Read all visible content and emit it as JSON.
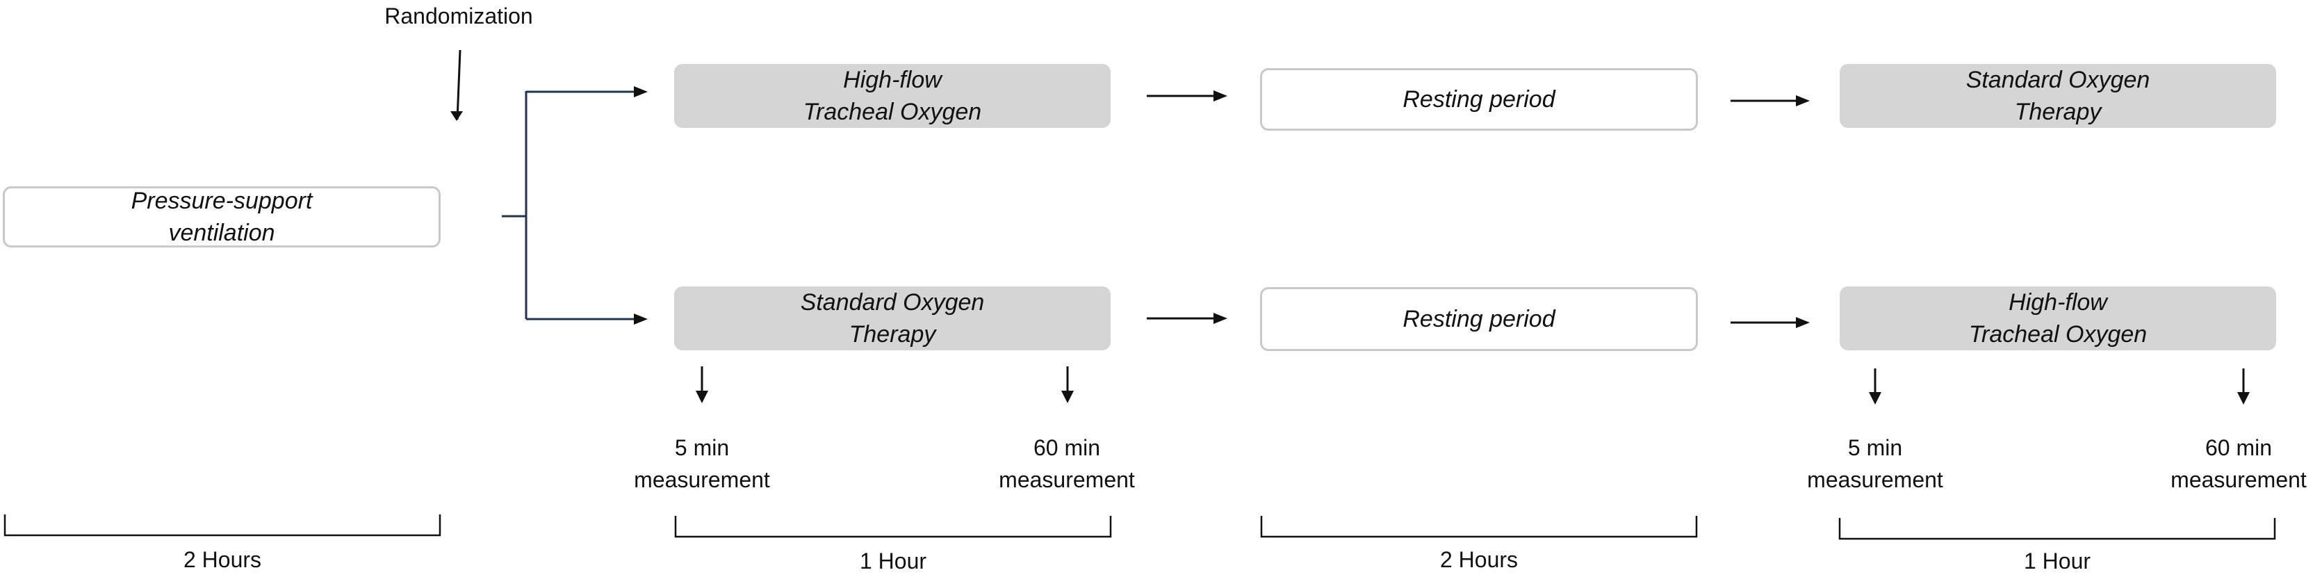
{
  "randomization": "Randomization",
  "psv": {
    "line1": "Pressure-support",
    "line2": "ventilation"
  },
  "top_arm": {
    "first": {
      "line1": "High-flow",
      "line2": "Tracheal Oxygen"
    },
    "rest": "Resting period",
    "second": {
      "line1": "Standard Oxygen",
      "line2": "Therapy"
    }
  },
  "bottom_arm": {
    "first": {
      "line1": "Standard Oxygen",
      "line2": "Therapy"
    },
    "rest": "Resting period",
    "second": {
      "line1": "High-flow",
      "line2": "Tracheal Oxygen"
    }
  },
  "measurements": {
    "m5": {
      "line1": "5 min",
      "line2": "measurement"
    },
    "m60": {
      "line1": "60 min",
      "line2": "measurement"
    }
  },
  "durations": {
    "psv": "2 Hours",
    "first": "1 Hour",
    "rest": "2 Hours",
    "second": "1 Hour"
  },
  "colors": {
    "gray_box": "#d5d5d5",
    "box_border": "#c9c9c9",
    "branch_line": "#1f3550",
    "arrow": "#111111"
  }
}
